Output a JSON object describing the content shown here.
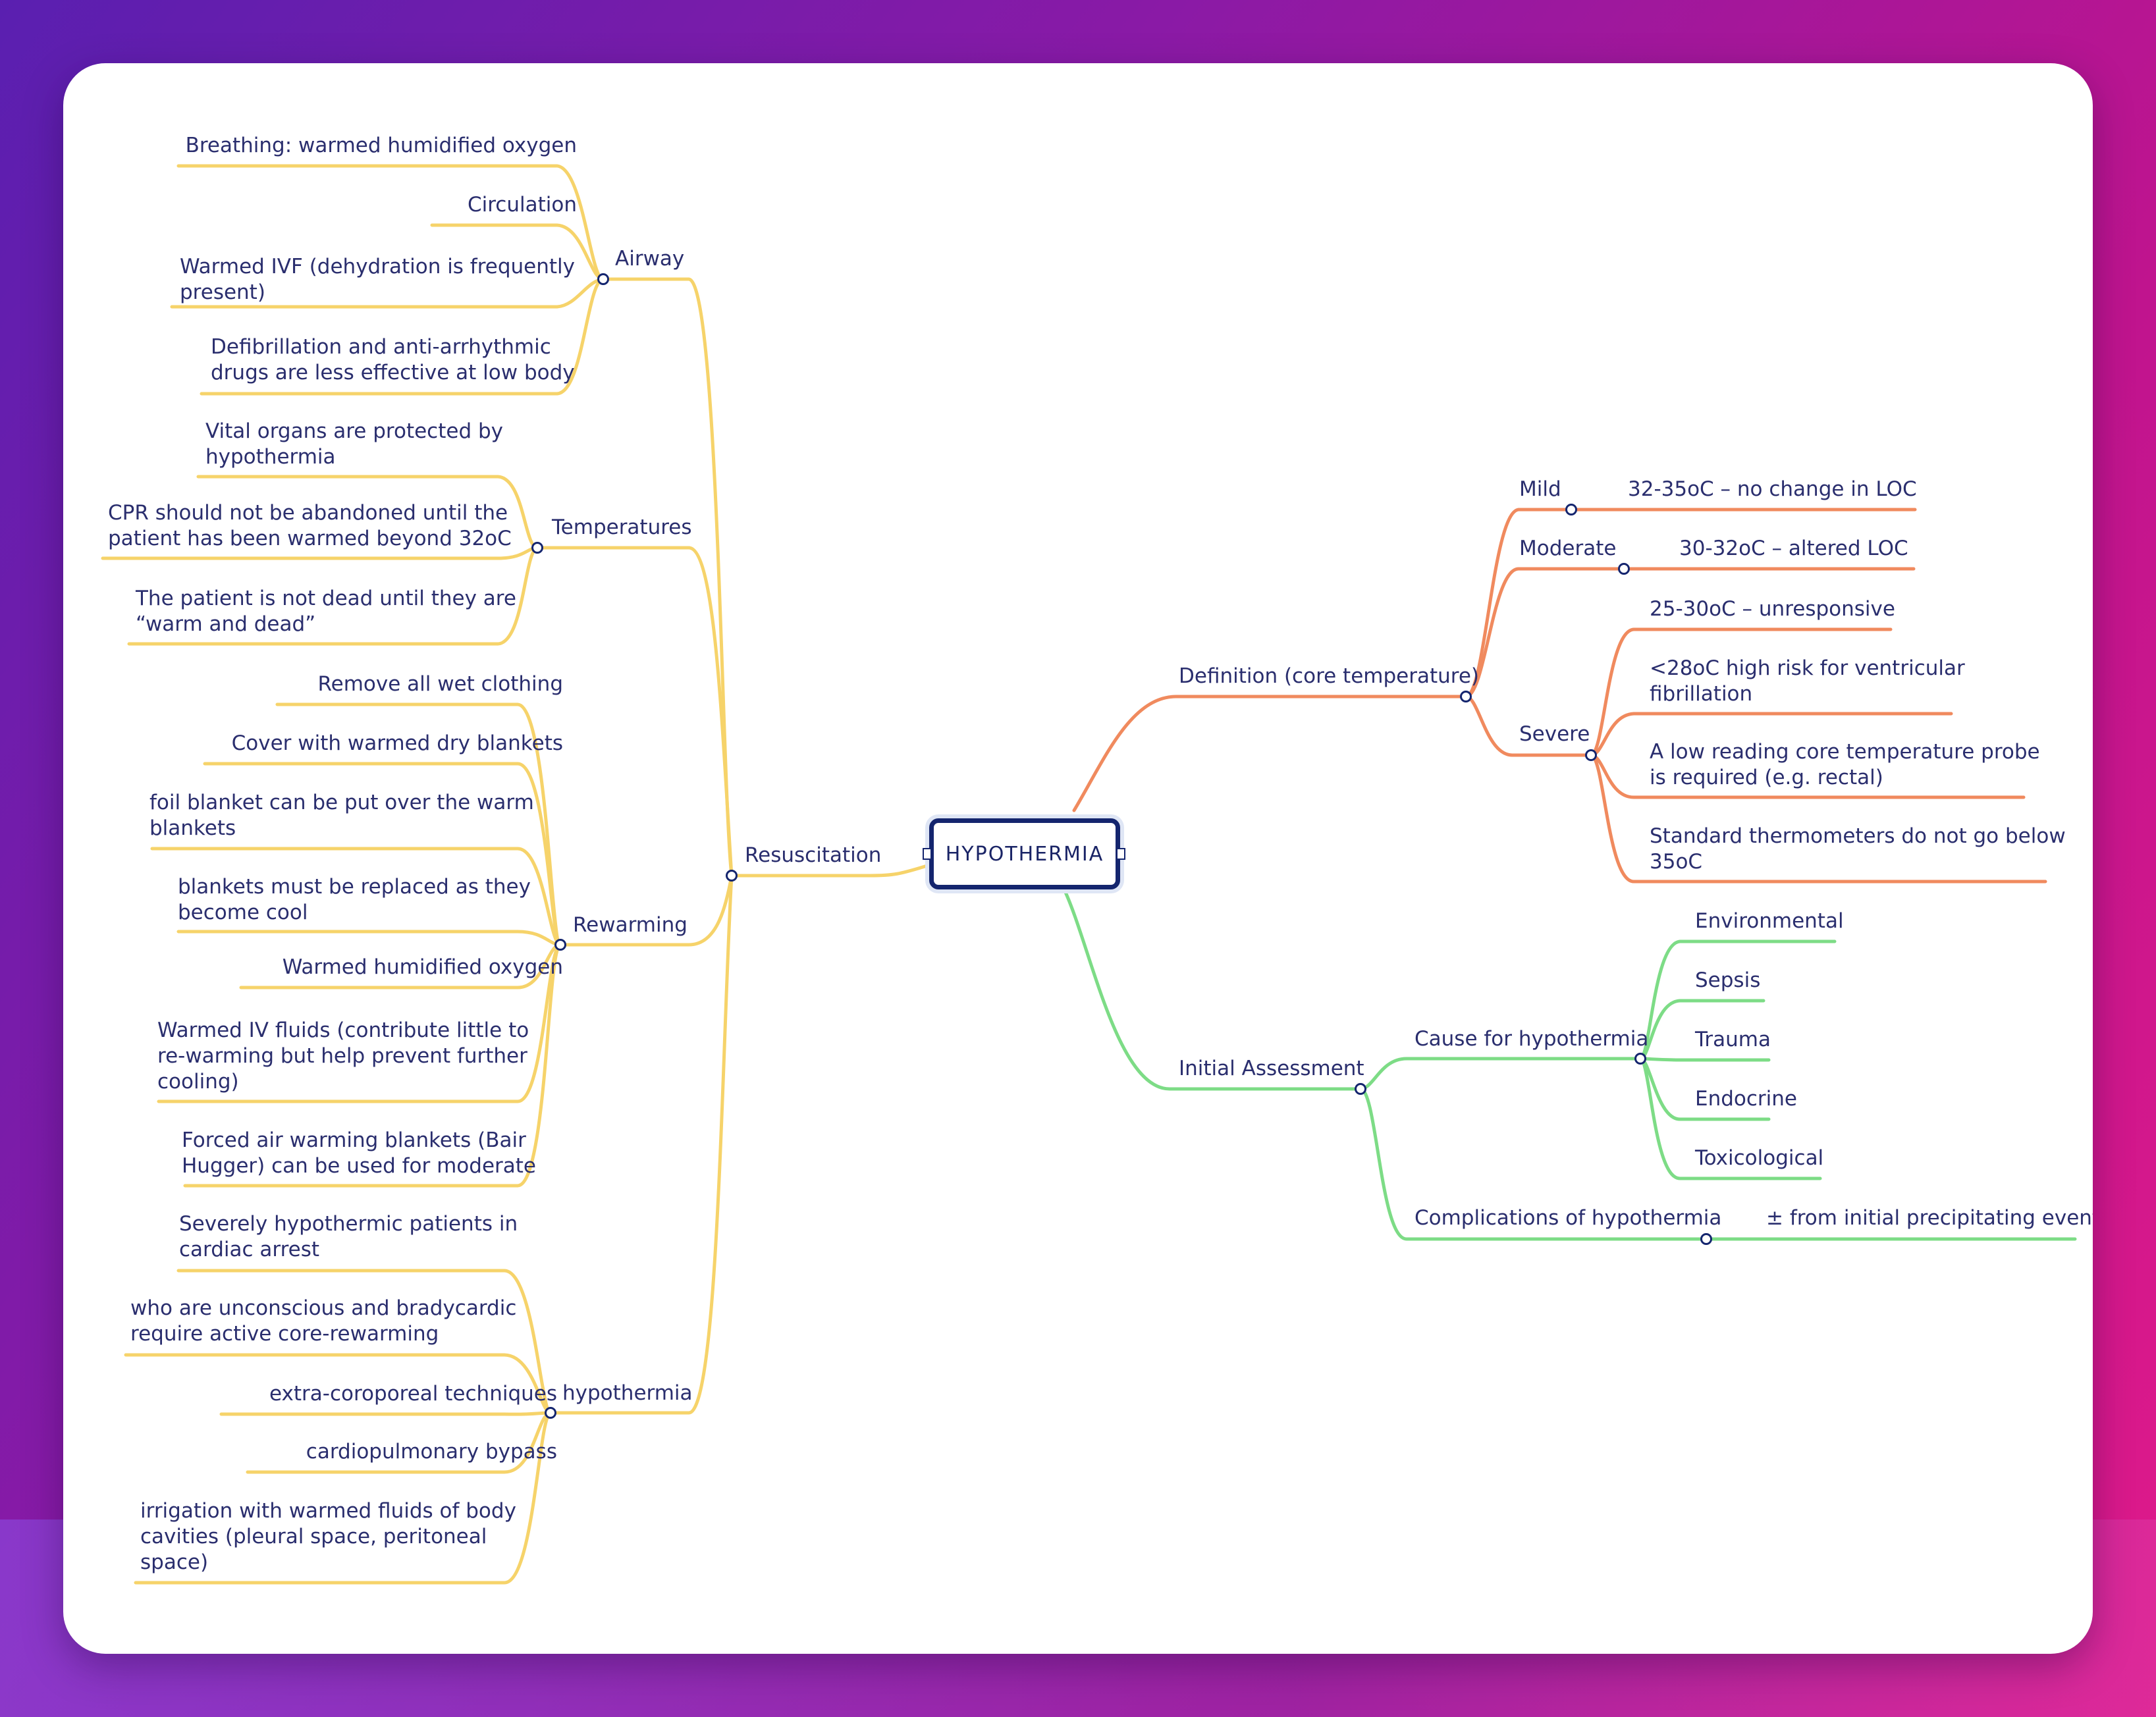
{
  "root": "HYPOTHERMIA",
  "colors": {
    "left": "#f6d36a",
    "def": "#f08a5e",
    "assess": "#7ddc86",
    "text": "#2a2e6e",
    "node": "#14256e"
  },
  "left": {
    "resuscitation": "Resuscitation",
    "airway": {
      "label": "Airway",
      "items": [
        "Breathing: warmed humidified oxygen",
        "Circulation",
        "Warmed IVF (dehydration is frequently",
        "present)",
        "Defibrillation and anti-arrhythmic",
        "drugs are less effective at low body"
      ]
    },
    "temperatures": {
      "label": "Temperatures",
      "items": [
        "Vital organs are protected by",
        "hypothermia",
        "CPR should not be abandoned until the",
        "patient has been warmed beyond 32oC",
        "The patient is not dead until they are",
        "“warm and dead”"
      ]
    },
    "rewarming": {
      "label": "Rewarming",
      "items": [
        "Remove all wet clothing",
        "Cover with warmed dry blankets",
        "foil blanket can be put over the warm",
        "blankets",
        "blankets must be replaced as they",
        "become cool",
        "Warmed humidified oxygen",
        "Warmed IV fluids (contribute little to",
        "re-warming but help prevent further",
        "cooling)",
        "Forced air warming blankets (Bair",
        "Hugger) can be used for moderate"
      ]
    },
    "hypothermia": {
      "label": "hypothermia",
      "items": [
        "Severely hypothermic patients in",
        "cardiac arrest",
        "who are unconscious and bradycardic",
        "require active core-rewarming",
        "extra-coroporeal techniques",
        "cardiopulmonary bypass",
        "irrigation with warmed fluids of body",
        "cavities (pleural space, peritoneal",
        "space)"
      ]
    }
  },
  "definition": {
    "label": "Definition (core temperature)",
    "mild": "Mild",
    "mild_value": "32-35oC – no change in LOC",
    "moderate": "Moderate",
    "moderate_value": "30-32oC – altered LOC",
    "severe": "Severe",
    "severe_items": [
      "25-30oC – unresponsive",
      "<28oC high risk for ventricular",
      "fibrillation",
      "A low reading core temperature probe",
      "is required (e.g. rectal)",
      "Standard thermometers do not go below",
      "35oC"
    ]
  },
  "assessment": {
    "label": "Initial Assessment",
    "cause": "Cause for hypothermia",
    "causes": [
      "Environmental",
      "Sepsis",
      "Trauma",
      "Endocrine",
      "Toxicological"
    ],
    "complications": "Complications of hypothermia",
    "complications_value": "± from initial precipitating event"
  }
}
